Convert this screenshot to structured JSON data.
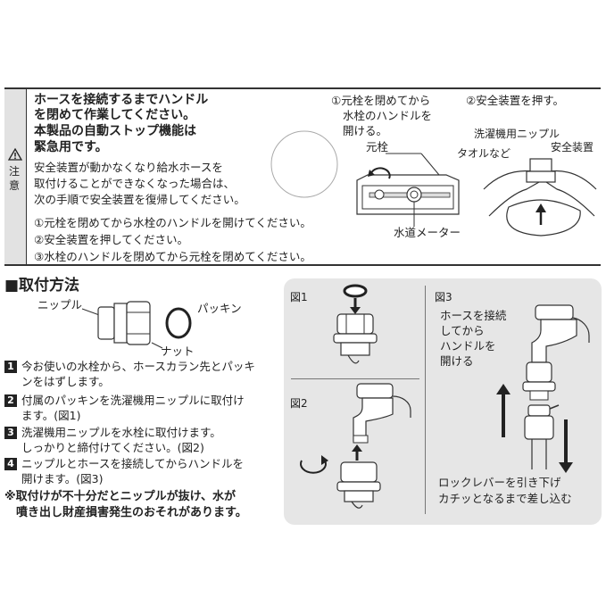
{
  "warning": {
    "label": "注意",
    "heading": [
      "ホースを接続するまでハンドル",
      "を閉めて作業してください。",
      "本製品の自動ストップ機能は",
      "緊急用です。"
    ],
    "body": [
      "安全装置が動かなくなり給水ホースを",
      "取付けることができなくなった場合は、",
      "次の手順で安全装置を復帰してください。"
    ],
    "steps": [
      "①元栓を閉めてから水栓のハンドルを開けてください。",
      "②安全装置を押してください。",
      "③水栓のハンドルを閉めてから元栓を閉めてください。"
    ],
    "fig1_caption": [
      "①元栓を閉めてから",
      "水栓のハンドルを",
      "開ける。"
    ],
    "fig1_labels": {
      "motosen": "元栓",
      "meter": "水道メーター"
    },
    "fig2_caption": "②安全装置を押す。",
    "fig2_labels": {
      "nipple": "洗濯機用ニップル",
      "safety": "安全装置",
      "towel": "タオルなど"
    }
  },
  "install": {
    "title": "■取付方法",
    "labels": {
      "nipple": "ニップル",
      "packing": "パッキン",
      "nut": "ナット"
    },
    "steps": [
      {
        "num": "1",
        "lines": [
          "今お使いの水栓から、ホースカラン先とパッキ",
          "ンをはずします。"
        ]
      },
      {
        "num": "2",
        "lines": [
          "付属のパッキンを洗濯機用ニップルに取付け",
          "ます。(図1)"
        ]
      },
      {
        "num": "3",
        "lines": [
          "洗濯機用ニップルを水栓に取付けます。",
          "しっかりと締付けてください。(図2)"
        ]
      },
      {
        "num": "4",
        "lines": [
          "ニップルとホースを接続してからハンドルを",
          "開けます。(図3)"
        ]
      }
    ],
    "caution": [
      "※取付けが不十分だとニップルが抜け、水が",
      "噴き出し財産損害発生のおそれがあります。"
    ]
  },
  "figures": {
    "fig1": "図1",
    "fig2": "図2",
    "fig3": "図3",
    "fig3_text": [
      "ホースを接続",
      "してから",
      "ハンドルを",
      "開ける"
    ],
    "fig3_bottom": [
      "ロックレバーを引き下げ",
      "カチッとなるまで差し込む"
    ]
  },
  "colors": {
    "box_grey": "#e6e6e6",
    "warn_grey": "#e2e2e2",
    "ink": "#222222"
  }
}
